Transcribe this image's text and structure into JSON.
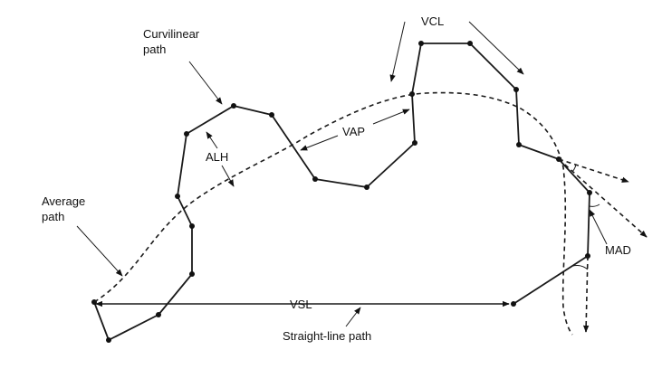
{
  "labels": {
    "curvilinear_line1": "Curvilinear",
    "curvilinear_line2": "path",
    "vcl": "VCL",
    "vap": "VAP",
    "alh": "ALH",
    "average_line1": "Average",
    "average_line2": "path",
    "vsl": "VSL",
    "straight_line_path": "Straight-line path",
    "mad": "MAD"
  }
}
